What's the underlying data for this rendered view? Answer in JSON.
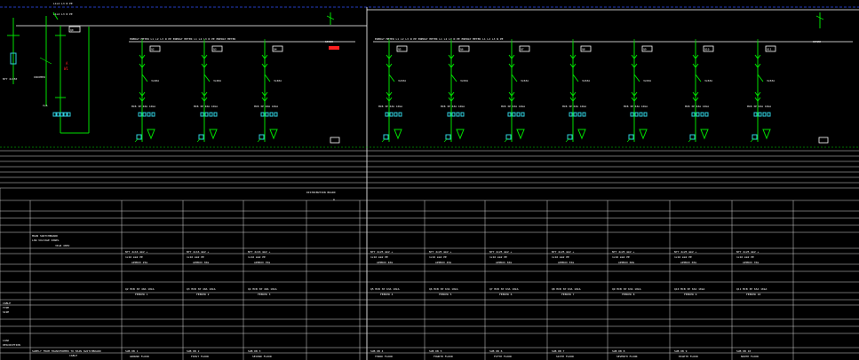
{
  "drawing": {
    "bus_labels": [
      "L1L2 L3 N PE",
      "L1L2 L3 N PE"
    ],
    "incomer_label": "Q0",
    "incomer_caption": "INCOMER",
    "red_label_a": "A",
    "red_label_b": "W1",
    "meter_label": "V/A",
    "section_b_label": "Q1",
    "left_incomer_cable": "NYY 4x150",
    "left_spare_label": "SPARE",
    "right_spare_label": "SPARE",
    "banner_left": "ENERGY METER   L1 L2 L3 N PE   ENERGY METER   L1 L2 L3 N PE   ENERGY METER",
    "banner_right": "ENERGY METER   L1 L2 L3 N PE   ENERGY METER   L1 L2 L3 N PE   ENERGY METER   L1 L2 L3 N PE",
    "title_block": "DISTRIBUTION BOARD",
    "title_block_sub": "A",
    "info_left": [
      "MAIN SWITCHBOARD",
      "LOW VOLTAGE PANEL",
      "3P+N 400V"
    ],
    "row_labels": [
      {
        "lines": [
          "CABLE",
          "TYPE",
          "SIZE"
        ]
      },
      {
        "lines": [
          "LOAD",
          "DESCRIPTION"
        ]
      }
    ],
    "bottom_left": "SUPPLY FROM TRANSFORMER TO MAIN SWITCHBOARD",
    "bottom_left_2": "CABLE"
  },
  "feeders": [
    {
      "id": "Q2",
      "rating": "3x40A",
      "breaker_text": "MCB 3P 40A 10kA",
      "cable": [
        "NYY 4x16 mm2 +",
        "1x16 mm2 PE",
        "APPROX 25m"
      ],
      "load": [
        "Q2",
        "FEEDER 1"
      ],
      "bottom": [
        "SUB DB 1",
        "GROUND FLOOR"
      ]
    },
    {
      "id": "Q3",
      "rating": "3x40A",
      "breaker_text": "MCB 3P 40A 10kA",
      "cable": [
        "NYY 4x16 mm2 +",
        "1x16 mm2 PE",
        "APPROX 30m"
      ],
      "load": [
        "Q3",
        "FEEDER 2"
      ],
      "bottom": [
        "SUB DB 2",
        "FIRST FLOOR"
      ]
    },
    {
      "id": "Q4",
      "rating": "3x40A",
      "breaker_text": "MCB 3P 40A 10kA",
      "cable": [
        "NYY 4x16 mm2 +",
        "1x16 mm2 PE",
        "APPROX 35m"
      ],
      "load": [
        "Q4",
        "FEEDER 3"
      ],
      "bottom": [
        "SUB DB 3",
        "SECOND FLOOR"
      ]
    },
    {
      "id": "Q5",
      "rating": "3x63A",
      "breaker_text": "MCB 3P 63A 10kA",
      "cable": [
        "NYY 4x25 mm2 +",
        "1x16 mm2 PE",
        "APPROX 40m"
      ],
      "load": [
        "Q5",
        "FEEDER 4"
      ],
      "bottom": [
        "SUB DB 4",
        "THIRD FLOOR"
      ]
    },
    {
      "id": "Q6",
      "rating": "3x63A",
      "breaker_text": "MCB 3P 63A 10kA",
      "cable": [
        "NYY 4x25 mm2 +",
        "1x16 mm2 PE",
        "APPROX 45m"
      ],
      "load": [
        "Q6",
        "FEEDER 5"
      ],
      "bottom": [
        "SUB DB 5",
        "FOURTH FLOOR"
      ]
    },
    {
      "id": "Q7",
      "rating": "3x63A",
      "breaker_text": "MCB 3P 63A 10kA",
      "cable": [
        "NYY 4x25 mm2 +",
        "1x16 mm2 PE",
        "APPROX 50m"
      ],
      "load": [
        "Q7",
        "FEEDER 6"
      ],
      "bottom": [
        "SUB DB 6",
        "FIFTH FLOOR"
      ]
    },
    {
      "id": "Q8",
      "rating": "3x63A",
      "breaker_text": "MCB 3P 63A 10kA",
      "cable": [
        "NYY 4x25 mm2 +",
        "1x16 mm2 PE",
        "APPROX 55m"
      ],
      "load": [
        "Q8",
        "FEEDER 7"
      ],
      "bottom": [
        "SUB DB 7",
        "SIXTH FLOOR"
      ]
    },
    {
      "id": "Q9",
      "rating": "3x63A",
      "breaker_text": "MCB 3P 63A 10kA",
      "cable": [
        "NYY 4x25 mm2 +",
        "1x16 mm2 PE",
        "APPROX 60m"
      ],
      "load": [
        "Q9",
        "FEEDER 8"
      ],
      "bottom": [
        "SUB DB 8",
        "SEVENTH FLOOR"
      ]
    },
    {
      "id": "Q10",
      "rating": "3x63A",
      "breaker_text": "MCB 3P 63A 10kA",
      "cable": [
        "NYY 4x25 mm2 +",
        "1x16 mm2 PE",
        "APPROX 65m"
      ],
      "load": [
        "Q10",
        "FEEDER 9"
      ],
      "bottom": [
        "SUB DB 9",
        "EIGHTH FLOOR"
      ]
    },
    {
      "id": "Q11",
      "rating": "3x63A",
      "breaker_text": "MCB 3P 63A 10kA",
      "cable": [
        "NYY 4x25 mm2 +",
        "1x16 mm2 PE",
        "APPROX 70m"
      ],
      "load": [
        "Q11",
        "FEEDER 10"
      ],
      "bottom": [
        "SUB DB 10",
        "NINTH FLOOR"
      ]
    }
  ]
}
